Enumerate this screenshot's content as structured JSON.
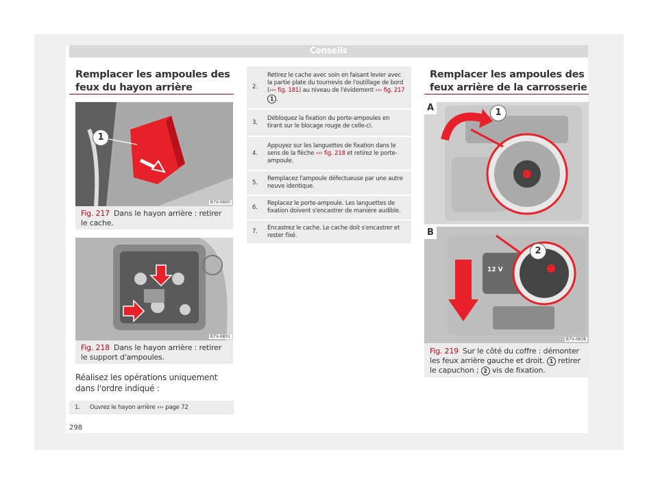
{
  "header": "Conseils",
  "left": {
    "heading": "Remplacer les ampoules des feux du hayon arrière",
    "fig217": {
      "num": "Fig. 217",
      "caption": "Dans le hayon arrière : retirer le cache.",
      "code": "B7V-0800",
      "callout": "1"
    },
    "fig218": {
      "num": "Fig. 218",
      "caption": "Dans le hayon arrière : retirer le support d'ampoules.",
      "code": "B7V-0801"
    },
    "intro": "Réalisez les opérations uniquement dans l'ordre indiqué :",
    "step1": {
      "num": "1.",
      "text": "Ouvrez le hayon arrière",
      "arrows": "›››",
      "ref": "page 72"
    }
  },
  "middle": {
    "steps": [
      {
        "num": "2.",
        "text": "Retirez le cache avec soin en faisant levier avec la partie plate du tournevis de l'outillage de bord (",
        "ref1_arrows": "›››",
        "ref1": "fig. 181",
        "mid": ") au niveau de l'évidement",
        "ref2_arrows": "›››",
        "ref2": "fig. 217",
        "badge": "1",
        "end": "."
      },
      {
        "num": "3.",
        "text": "Débloquez la fixation du porte-ampoules en tirant sur le blocage rouge de celle-ci."
      },
      {
        "num": "4.",
        "text": "Appuyez sur les languettes de fixation dans le sens de la flèche",
        "ref_arrows": "›››",
        "ref": "fig. 218",
        "end": "et retirez le porte-ampoule."
      },
      {
        "num": "5.",
        "text": "Remplacez l'ampoule défectueuse par une autre neuve identique."
      },
      {
        "num": "6.",
        "text": "Replacez le porte-ampoule. Les languettes de fixation doivent s'encastrer de manière audible."
      },
      {
        "num": "7.",
        "text": "Encastrez le cache. Le cache doit s'encastrer et rester fixé."
      }
    ]
  },
  "right": {
    "heading": "Remplacer les ampoules des feux arrière de la carrosserie",
    "fig219": {
      "num": "Fig. 219",
      "caption_a": "Sur le côté du coffre : démonter les feux arrière gauche et droit.",
      "badge1": "1",
      "caption_b": "retirer le capuchon ;",
      "badge2": "2",
      "caption_c": "vis de fixation.",
      "code": "B7V-0838",
      "label_a": "A",
      "label_b": "B",
      "callout1": "1",
      "callout2": "2",
      "socket_label": "12 V"
    }
  },
  "page_number": "298"
}
